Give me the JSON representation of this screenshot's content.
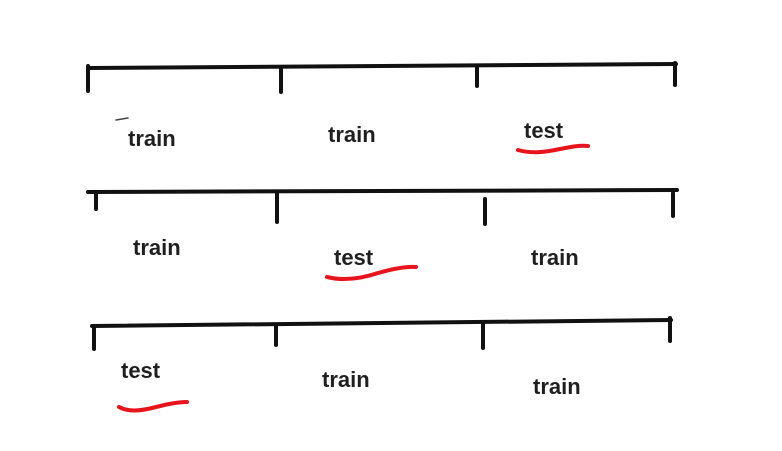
{
  "colors": {
    "ink": "#111111",
    "text": "#1f1f1f",
    "highlight": "#e8141c"
  },
  "folds": [
    {
      "segments": [
        "train",
        "train",
        "test"
      ],
      "test_index": 2
    },
    {
      "segments": [
        "train",
        "test",
        "train"
      ],
      "test_index": 1
    },
    {
      "segments": [
        "test",
        "train",
        "train"
      ],
      "test_index": 0
    }
  ]
}
